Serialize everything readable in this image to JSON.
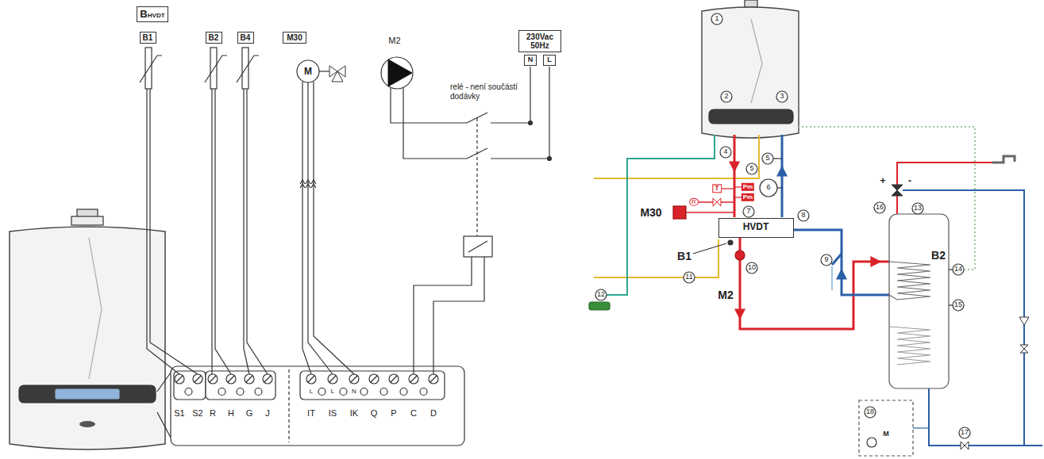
{
  "diagram": {
    "nodes": [
      {
        "text": [
          "B",
          "HVDT"
        ]
      },
      {
        "text": [
          "B1"
        ]
      },
      {
        "text": [
          "B2"
        ]
      },
      {
        "text": [
          "B4"
        ]
      },
      {
        "text": [
          "M30"
        ]
      },
      {
        "text": [
          "230Vac 50Hz"
        ]
      },
      {
        "text": [
          "N"
        ]
      },
      {
        "text": [
          "L"
        ]
      },
      {
        "text": [
          "HVDT"
        ]
      }
    ],
    "labels": [
      "S1",
      "S2",
      "R",
      "H",
      "G",
      "J",
      "IT",
      "IS",
      "IK",
      "Q",
      "P",
      "C",
      "D",
      "L",
      "L",
      "N",
      "relé - není součástí dodávky",
      "M2",
      "M",
      "1",
      "2",
      "3",
      "4",
      "5",
      "5",
      "6",
      "7",
      "8",
      "9",
      "10",
      "11",
      "12",
      "13",
      "14",
      "15",
      "16",
      "17",
      "18",
      "M30",
      "B1",
      "M2",
      "B2",
      "+",
      "-",
      "T",
      "Pm",
      "Pm",
      "M",
      "R"
    ]
  }
}
